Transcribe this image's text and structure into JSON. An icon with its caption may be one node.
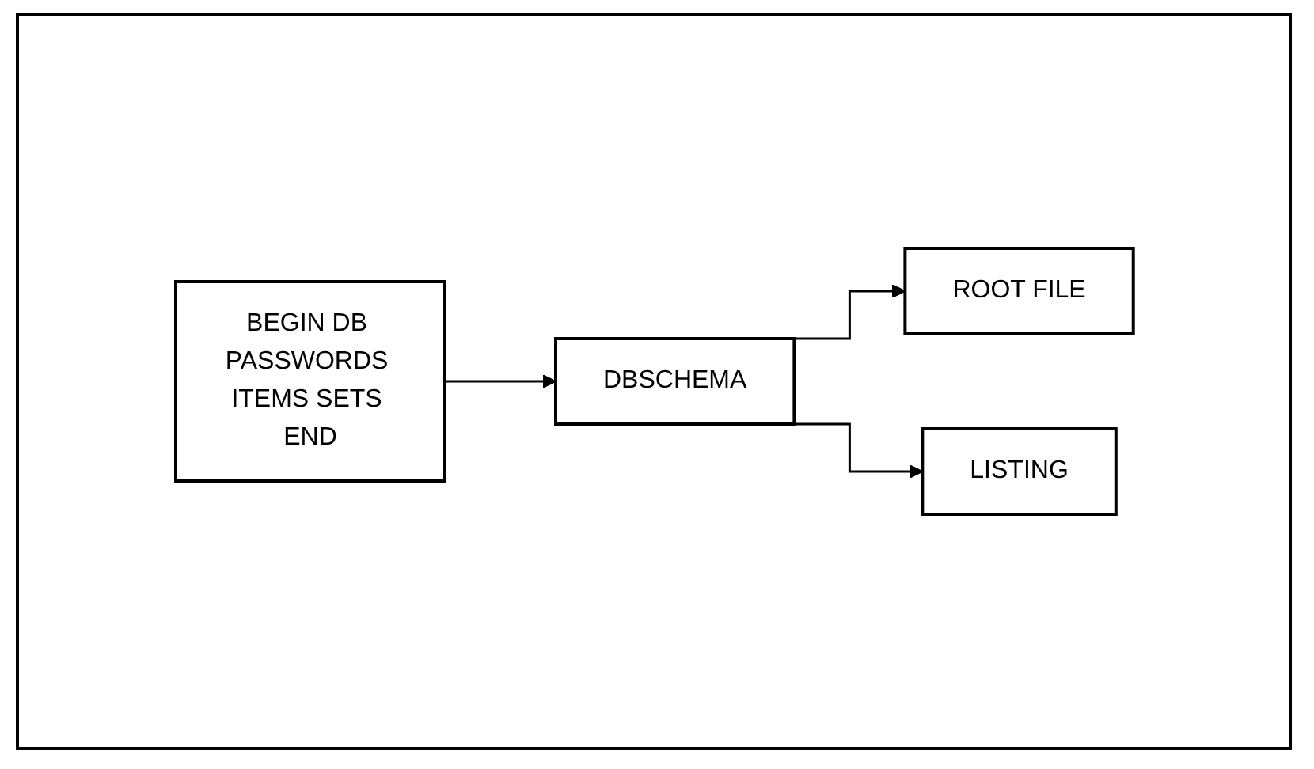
{
  "diagram": {
    "nodes": [
      {
        "text": [
          "BEGIN DB PASSWORDS ITEMS SETS END"
        ]
      },
      {
        "text": [
          "DBSCHEMA"
        ]
      },
      {
        "text": [
          "ROOT FILE"
        ]
      },
      {
        "text": [
          "LISTING"
        ]
      }
    ],
    "edges": [
      {
        "from": 0,
        "to": 1,
        "arrow": "to"
      },
      {
        "from": 1,
        "to": 2,
        "arrow": "to"
      },
      {
        "from": 1,
        "to": 3,
        "arrow": "to"
      }
    ]
  }
}
